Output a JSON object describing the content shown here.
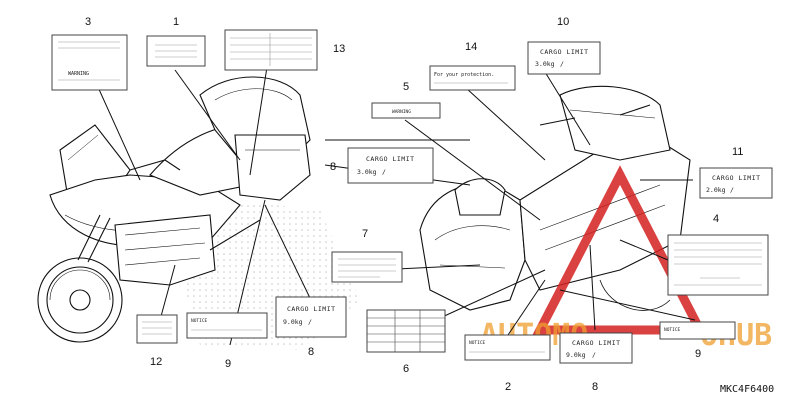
{
  "diagram": {
    "code": "MKC4F6400",
    "watermark": {
      "text_a": "AUTOMO",
      "text_b": "OHUB",
      "color": "#f0a030"
    },
    "callouts": [
      "1",
      "2",
      "3",
      "4",
      "5",
      "6",
      "7",
      "8",
      "8",
      "8",
      "9",
      "9",
      "10",
      "11",
      "12",
      "13",
      "14"
    ],
    "labels": {
      "cargo_limit": "CARGO LIMIT",
      "cargo_value": "3.0kg",
      "cargo_value_11": "2.0kg",
      "cargo_value_8c": "9.0kg",
      "cargo_value_8b": "9.0kg",
      "slash": "/",
      "protection": "For your protection.",
      "warning": "WARNING",
      "notice": "NOTICE"
    },
    "colors": {
      "ink": "#111111",
      "hatch": "#9a9a9a",
      "accent_red": "#d42020"
    }
  }
}
